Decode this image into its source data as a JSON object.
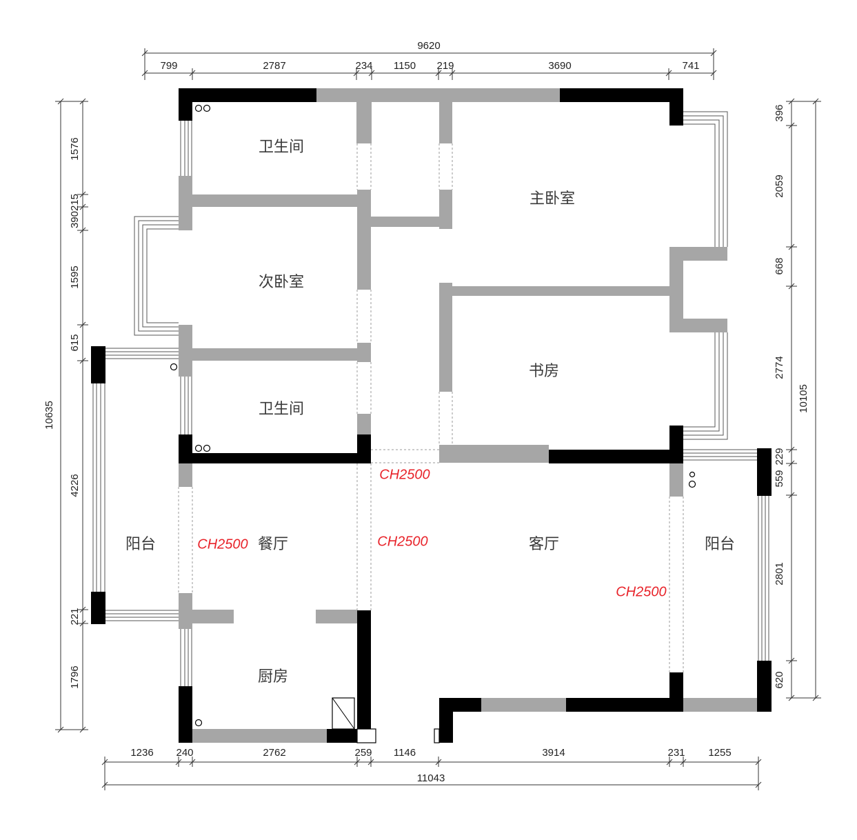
{
  "rooms": {
    "bathroom_top": "卫生间",
    "master_bedroom": "主卧室",
    "second_bedroom": "次卧室",
    "study": "书房",
    "bathroom_bottom": "卫生间",
    "dining": "餐厅",
    "living": "客厅",
    "balcony_left": "阳台",
    "balcony_right": "阳台",
    "kitchen": "厨房"
  },
  "ceiling_height": {
    "study_opening": "CH2500",
    "dining": "CH2500",
    "corridor": "CH2500",
    "living": "CH2500"
  },
  "dims": {
    "top_total": "9620",
    "top": [
      "799",
      "2787",
      "234",
      "1150",
      "219",
      "3690",
      "741"
    ],
    "bottom": [
      "1236",
      "240",
      "2762",
      "259",
      "1146",
      "3914",
      "231",
      "1255"
    ],
    "bottom_total": "11043",
    "left": [
      "1576",
      "390215",
      "1595",
      "615",
      "4226",
      "221",
      "1796"
    ],
    "left_total": "10635",
    "right": [
      "396",
      "2059",
      "668",
      "2774",
      "229",
      "559",
      "2801",
      "620"
    ],
    "right_total": "10105"
  }
}
